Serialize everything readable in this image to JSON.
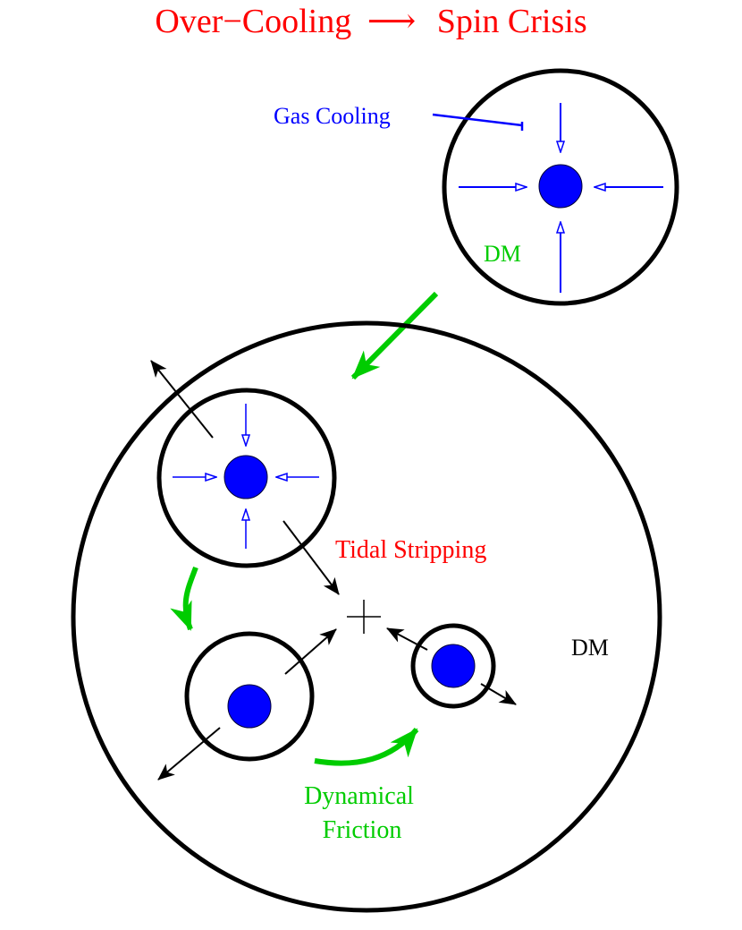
{
  "title": {
    "left": "Over−Cooling",
    "arrow": "⟶",
    "right": "Spin Crisis"
  },
  "labels": {
    "gas_cooling": "Gas Cooling",
    "dm_small": "DM",
    "dm_large": "DM",
    "tidal_stripping": "Tidal Stripping",
    "dynamical_friction_1": "Dynamical",
    "dynamical_friction_2": "Friction",
    "center_marker": "+"
  },
  "colors": {
    "title": "#ff0000",
    "gas": "#0000ff",
    "dm_flow": "#00cc00",
    "tidal": "#ff0000",
    "halo": "#000000",
    "background": "#ffffff"
  }
}
